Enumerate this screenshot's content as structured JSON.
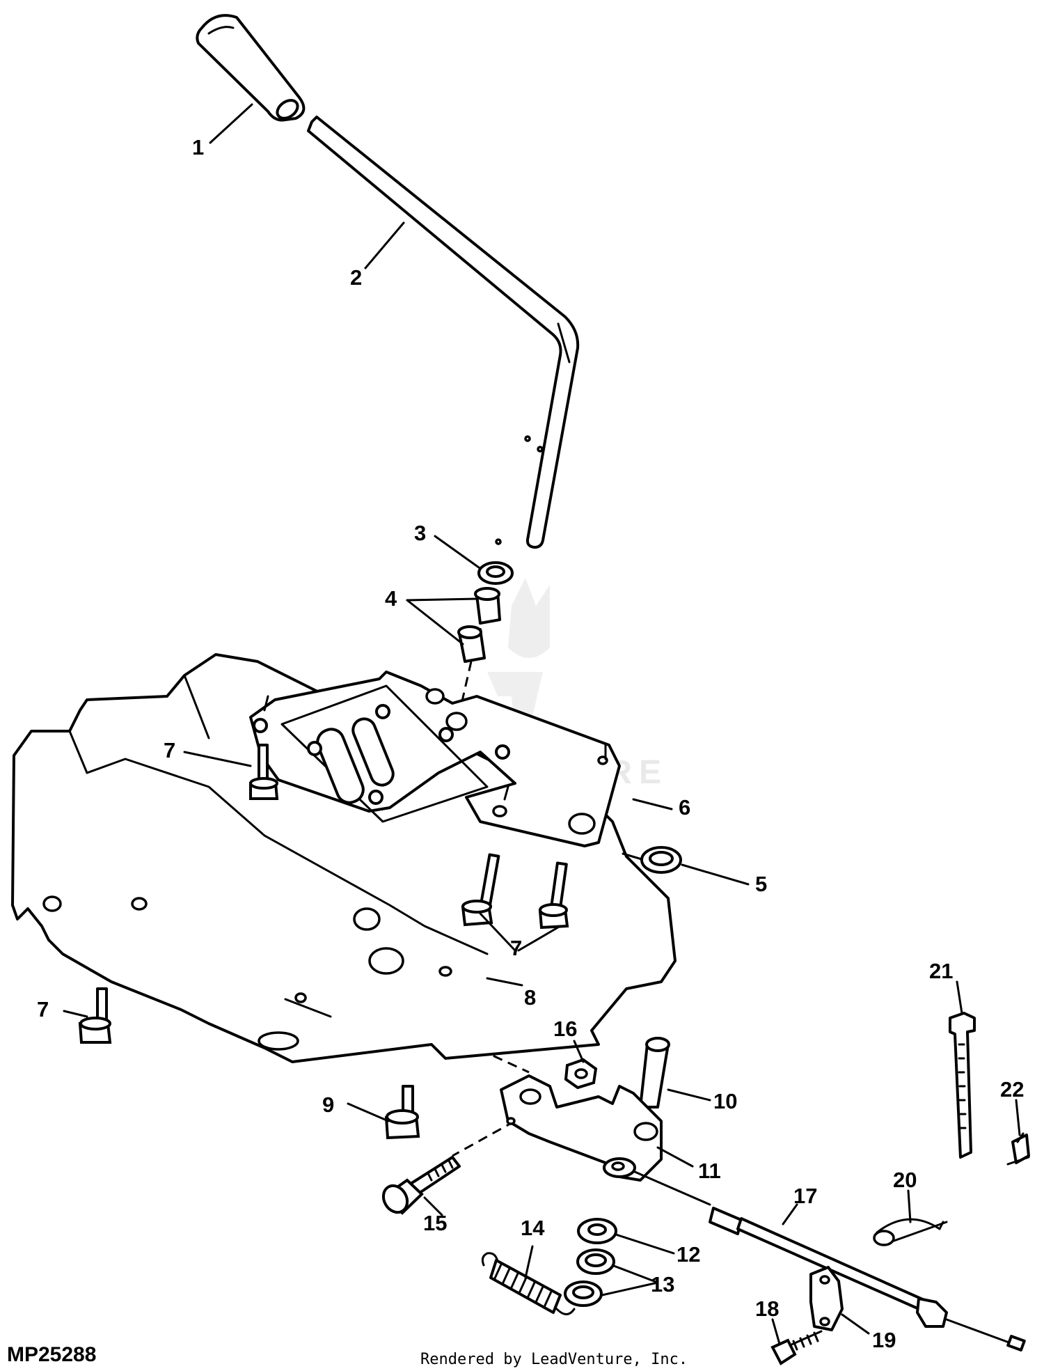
{
  "diagram": {
    "id": "MP25288",
    "credit": "Rendered by LeadVenture, Inc.",
    "watermark": "LEADVENTURE"
  },
  "callouts": {
    "c1": "1",
    "c2": "2",
    "c3": "3",
    "c4": "4",
    "c5": "5",
    "c6": "6",
    "c7a": "7",
    "c7b": "7",
    "c7c": "7",
    "c8": "8",
    "c9": "9",
    "c10": "10",
    "c11": "11",
    "c12": "12",
    "c13": "13",
    "c14": "14",
    "c15": "15",
    "c16": "16",
    "c17": "17",
    "c18": "18",
    "c19": "19",
    "c20": "20",
    "c21": "21",
    "c22": "22"
  }
}
